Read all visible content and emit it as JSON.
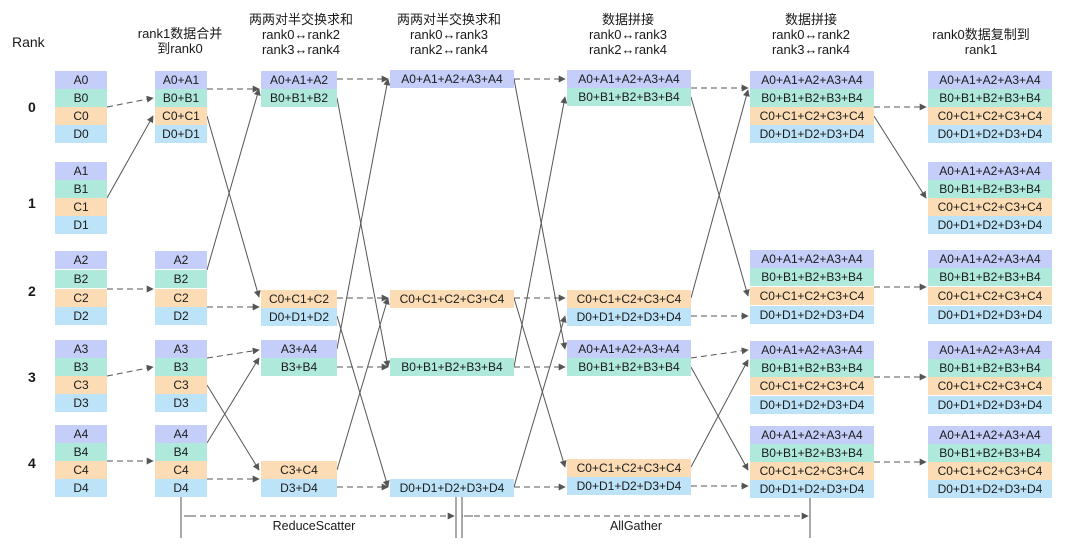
{
  "rank_title": "Rank",
  "ranks": [
    "0",
    "1",
    "2",
    "3",
    "4"
  ],
  "headers": [
    [
      "rank1数据合并",
      "到rank0"
    ],
    [
      "两两对半交换求和",
      "rank0↔rank2",
      "rank3↔rank4"
    ],
    [
      "两两对半交换求和",
      "rank0↔rank3",
      "rank2↔rank4"
    ],
    [
      "数据拼接",
      "rank0↔rank3",
      "rank2↔rank4"
    ],
    [
      "数据拼接",
      "rank0↔rank2",
      "rank3↔rank4"
    ],
    [
      "rank0数据复制到",
      "rank1"
    ]
  ],
  "phases": [
    "ReduceScatter",
    "AllGather"
  ],
  "columns": [
    {
      "cells": [
        {
          "t": "A0",
          "k": "A"
        },
        {
          "t": "B0",
          "k": "B"
        },
        {
          "t": "C0",
          "k": "C"
        },
        {
          "t": "D0",
          "k": "D"
        },
        {
          "t": "A1",
          "k": "A"
        },
        {
          "t": "B1",
          "k": "B"
        },
        {
          "t": "C1",
          "k": "C"
        },
        {
          "t": "D1",
          "k": "D"
        },
        {
          "t": "A2",
          "k": "A"
        },
        {
          "t": "B2",
          "k": "B"
        },
        {
          "t": "C2",
          "k": "C"
        },
        {
          "t": "D2",
          "k": "D"
        },
        {
          "t": "A3",
          "k": "A"
        },
        {
          "t": "B3",
          "k": "B"
        },
        {
          "t": "C3",
          "k": "C"
        },
        {
          "t": "D3",
          "k": "D"
        },
        {
          "t": "A4",
          "k": "A"
        },
        {
          "t": "B4",
          "k": "B"
        },
        {
          "t": "C4",
          "k": "C"
        },
        {
          "t": "D4",
          "k": "D"
        }
      ]
    },
    {
      "cells": [
        {
          "t": "A0+A1",
          "k": "A"
        },
        {
          "t": "B0+B1",
          "k": "B"
        },
        {
          "t": "C0+C1",
          "k": "C"
        },
        {
          "t": "D0+D1",
          "k": "D"
        },
        {
          "t": "A2",
          "k": "A"
        },
        {
          "t": "B2",
          "k": "B"
        },
        {
          "t": "C2",
          "k": "C"
        },
        {
          "t": "D2",
          "k": "D"
        },
        {
          "t": "A3",
          "k": "A"
        },
        {
          "t": "B3",
          "k": "B"
        },
        {
          "t": "C3",
          "k": "C"
        },
        {
          "t": "D3",
          "k": "D"
        },
        {
          "t": "A4",
          "k": "A"
        },
        {
          "t": "B4",
          "k": "B"
        },
        {
          "t": "C4",
          "k": "C"
        },
        {
          "t": "D4",
          "k": "D"
        }
      ]
    },
    {
      "cells": [
        {
          "t": "A0+A1+A2",
          "k": "A"
        },
        {
          "t": "B0+B1+B2",
          "k": "B"
        },
        {
          "t": "C0+C1+C2",
          "k": "C"
        },
        {
          "t": "D0+D1+D2",
          "k": "D"
        },
        {
          "t": "A3+A4",
          "k": "A"
        },
        {
          "t": "B3+B4",
          "k": "B"
        },
        {
          "t": "C3+C4",
          "k": "C"
        },
        {
          "t": "D3+D4",
          "k": "D"
        }
      ]
    },
    {
      "cells": [
        {
          "t": "A0+A1+A2+A3+A4",
          "k": "A"
        },
        {
          "t": "C0+C1+C2+C3+C4",
          "k": "C"
        },
        {
          "t": "B0+B1+B2+B3+B4",
          "k": "B"
        },
        {
          "t": "D0+D1+D2+D3+D4",
          "k": "D"
        }
      ]
    },
    {
      "cells": [
        {
          "t": "A0+A1+A2+A3+A4",
          "k": "A"
        },
        {
          "t": "B0+B1+B2+B3+B4",
          "k": "B"
        },
        {
          "t": "C0+C1+C2+C3+C4",
          "k": "C"
        },
        {
          "t": "D0+D1+D2+D3+D4",
          "k": "D"
        },
        {
          "t": "A0+A1+A2+A3+A4",
          "k": "A"
        },
        {
          "t": "B0+B1+B2+B3+B4",
          "k": "B"
        },
        {
          "t": "C0+C1+C2+C3+C4",
          "k": "C"
        },
        {
          "t": "D0+D1+D2+D3+D4",
          "k": "D"
        }
      ]
    },
    {
      "cells": [
        {
          "t": "A0+A1+A2+A3+A4",
          "k": "A"
        },
        {
          "t": "B0+B1+B2+B3+B4",
          "k": "B"
        },
        {
          "t": "C0+C1+C2+C3+C4",
          "k": "C"
        },
        {
          "t": "D0+D1+D2+D3+D4",
          "k": "D"
        },
        {
          "t": "A0+A1+A2+A3+A4",
          "k": "A"
        },
        {
          "t": "B0+B1+B2+B3+B4",
          "k": "B"
        },
        {
          "t": "C0+C1+C2+C3+C4",
          "k": "C"
        },
        {
          "t": "D0+D1+D2+D3+D4",
          "k": "D"
        },
        {
          "t": "A0+A1+A2+A3+A4",
          "k": "A"
        },
        {
          "t": "B0+B1+B2+B3+B4",
          "k": "B"
        },
        {
          "t": "C0+C1+C2+C3+C4",
          "k": "C"
        },
        {
          "t": "D0+D1+D2+D3+D4",
          "k": "D"
        },
        {
          "t": "A0+A1+A2+A3+A4",
          "k": "A"
        },
        {
          "t": "B0+B1+B2+B3+B4",
          "k": "B"
        },
        {
          "t": "C0+C1+C2+C3+C4",
          "k": "C"
        },
        {
          "t": "D0+D1+D2+D3+D4",
          "k": "D"
        },
        {
          "t": "A0+A1+A2+A3+A4",
          "k": "A"
        },
        {
          "t": "B0+B1+B2+B3+B4",
          "k": "B"
        },
        {
          "t": "C0+C1+C2+C3+C4",
          "k": "C"
        },
        {
          "t": "D0+D1+D2+D3+D4",
          "k": "D"
        }
      ]
    }
  ]
}
